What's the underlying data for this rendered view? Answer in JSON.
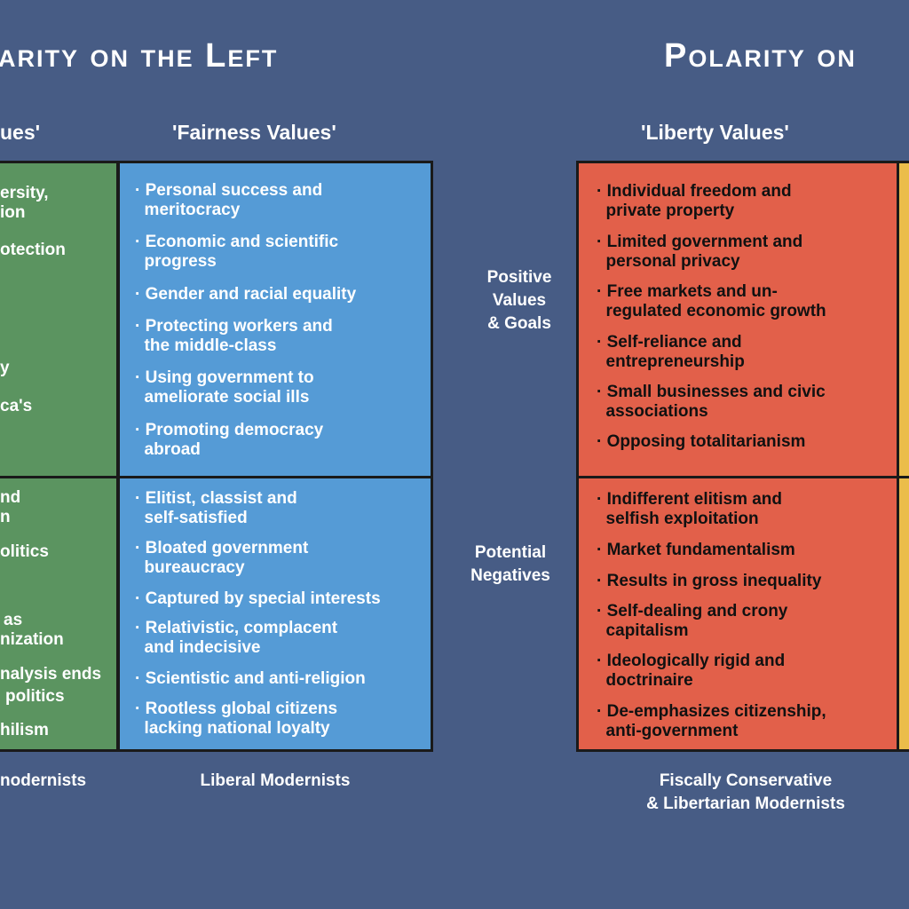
{
  "titles": {
    "left": "arity on the Left",
    "right": "Polarity on"
  },
  "column_headers": {
    "green": "ues'",
    "blue": "'Fairness Values'",
    "red": "'Liberty Values'"
  },
  "row_labels": {
    "positive": "Positive\nValues\n& Goals",
    "negative": "Potential\nNegatives"
  },
  "colors": {
    "background": "#475c85",
    "green": "#5b9460",
    "blue": "#559bd6",
    "red": "#e2604a",
    "yellow": "#ebbd4a"
  },
  "green": {
    "positive": [
      "ersity,",
      "ion",
      "otection",
      "y",
      "ca's"
    ],
    "negative": [
      "nd",
      "n",
      "olitics",
      "as",
      "nization",
      "nalysis ends",
      "politics",
      "hilism"
    ]
  },
  "blue": {
    "positive": [
      "· Personal success and\n  meritocracy",
      "· Economic and scientific\n  progress",
      "· Gender and racial equality",
      "· Protecting workers and\n  the middle-class",
      "· Using government to\n  ameliorate social ills",
      "· Promoting democracy\n  abroad"
    ],
    "negative": [
      "· Elitist, classist and\n  self-satisfied",
      "· Bloated government\n  bureaucracy",
      "· Captured by special interests",
      "· Relativistic, complacent\n  and indecisive",
      "· Scientistic and anti-religion",
      "· Rootless global citizens\n  lacking national loyalty"
    ]
  },
  "red": {
    "positive": [
      "· Individual freedom and\n  private property",
      "· Limited government and\n  personal privacy",
      "· Free markets and un-\n  regulated economic growth",
      "· Self-reliance and\n  entrepreneurship",
      "· Small businesses and civic\n  associations",
      "· Opposing totalitarianism"
    ],
    "negative": [
      "· Indifferent elitism and\n  selfish exploitation",
      "· Market fundamentalism",
      "· Results in gross inequality",
      "· Self-dealing and crony\n  capitalism",
      "· Ideologically rigid and\n  doctrinaire",
      "· De-emphasizes citizenship,\n  anti-government"
    ]
  },
  "footers": {
    "green": "nodernists",
    "blue": "Liberal Modernists",
    "red": "Fiscally Conservative\n& Libertarian Modernists"
  }
}
